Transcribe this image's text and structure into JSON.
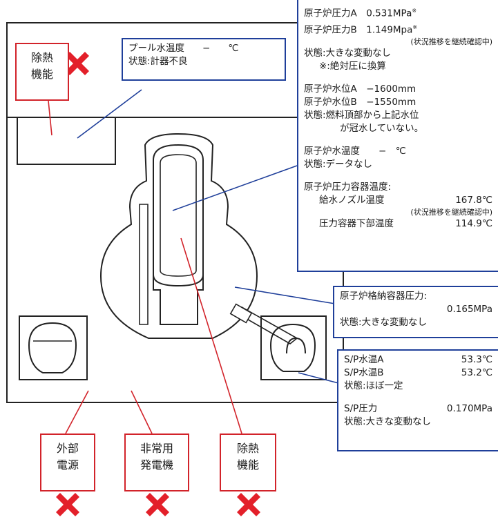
{
  "main_panel": {
    "lines": [
      "原子炉圧力A　0.531MPa",
      "原子炉圧力B　1.149Mpa",
      "(状況推移を継続確認中)",
      "状態:大きな変動なし",
      "※:絶対圧に換算",
      "原子炉水位A　−1600mm",
      "原子炉水位B　−1550mm",
      "状態:燃料頂部から上記水位",
      "が冠水していない。",
      "原子炉水温度　　−　℃",
      "状態:データなし",
      "原子炉圧力容器温度:",
      "給水ノズル温度",
      "167.8℃",
      "(状況推移を継続確認中)",
      "圧力容器下部温度",
      "114.9℃"
    ],
    "note_mark": "※"
  },
  "pool_panel": {
    "line1_label": "プール水温度",
    "line1_value": "−",
    "line1_unit": "℃",
    "line2": "状態:計器不良"
  },
  "containment_panel": {
    "line1": "原子炉格納容器圧力:",
    "line2": "0.165MPa",
    "line3": "状態:大きな変動なし"
  },
  "sp_panel": {
    "a_label": "S/P水温A",
    "a_value": "53.3℃",
    "b_label": "S/P水温B",
    "b_value": "53.2℃",
    "state1": "状態:ほぼ一定",
    "p_label": "S/P圧力",
    "p_value": "0.170MPa",
    "state2": "状態:大きな変動なし"
  },
  "failure_labels": {
    "heat_removal_top": [
      "除熱",
      "機能"
    ],
    "external_power": [
      "外部",
      "電源"
    ],
    "emergency_generator": [
      "非常用",
      "発電機"
    ],
    "heat_removal_bottom": [
      "除熱",
      "機能"
    ]
  },
  "colors": {
    "failure_red": "#d2232a",
    "panel_blue": "#1f3f9a",
    "cross_red": "#e3202a"
  },
  "icons": {
    "failure": "cross-icon"
  }
}
